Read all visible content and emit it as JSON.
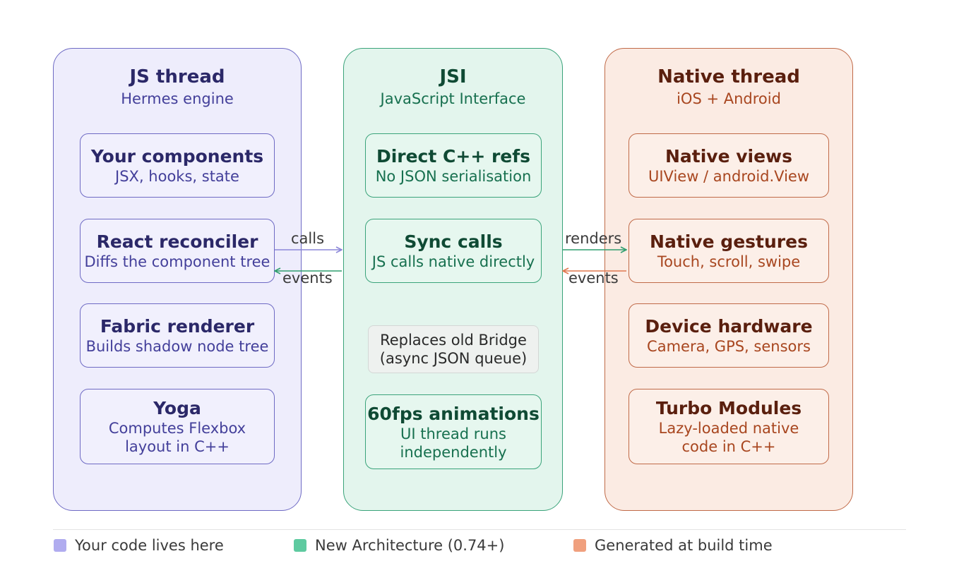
{
  "columns": {
    "js": {
      "title": "JS thread",
      "subtitle": "Hermes engine",
      "boxes": [
        {
          "title": "Your components",
          "lines": [
            "JSX, hooks, state"
          ]
        },
        {
          "title": "React reconciler",
          "lines": [
            "Diffs the component tree"
          ]
        },
        {
          "title": "Fabric renderer",
          "lines": [
            "Builds shadow node tree"
          ]
        },
        {
          "title": "Yoga",
          "lines": [
            "Computes Flexbox",
            "layout in C++"
          ]
        }
      ]
    },
    "jsi": {
      "title": "JSI",
      "subtitle": "JavaScript Interface",
      "boxes": [
        {
          "title": "Direct C++ refs",
          "lines": [
            "No JSON serialisation"
          ]
        },
        {
          "title": "Sync calls",
          "lines": [
            "JS calls native directly"
          ]
        },
        {
          "title": "60fps animations",
          "lines": [
            "UI thread runs",
            "independently"
          ]
        }
      ],
      "note": [
        "Replaces old Bridge",
        "(async JSON queue)"
      ]
    },
    "native": {
      "title": "Native thread",
      "subtitle": "iOS + Android",
      "boxes": [
        {
          "title": "Native views",
          "lines": [
            "UIView / android.View"
          ]
        },
        {
          "title": "Native gestures",
          "lines": [
            "Touch, scroll, swipe"
          ]
        },
        {
          "title": "Device hardware",
          "lines": [
            "Camera, GPS, sensors"
          ]
        },
        {
          "title": "Turbo Modules",
          "lines": [
            "Lazy-loaded native",
            "code in C++"
          ]
        }
      ]
    }
  },
  "connectors": {
    "calls": "calls",
    "events_left": "events",
    "renders": "renders",
    "events_right": "events"
  },
  "colors": {
    "js_accent": "#6e6ac4",
    "jsi_accent": "#3aa37a",
    "native_accent": "#c06a48",
    "calls_arrow": "#8b87d9",
    "events_left_arrow": "#2f9e6e",
    "renders_arrow": "#2f9e6e",
    "events_right_arrow": "#e0784f"
  },
  "legend": [
    {
      "label": "Your code lives here",
      "color": "#b0acef"
    },
    {
      "label": "New Architecture (0.74+)",
      "color": "#5ecaa0"
    },
    {
      "label": "Generated at build time",
      "color": "#f0a07e"
    }
  ]
}
